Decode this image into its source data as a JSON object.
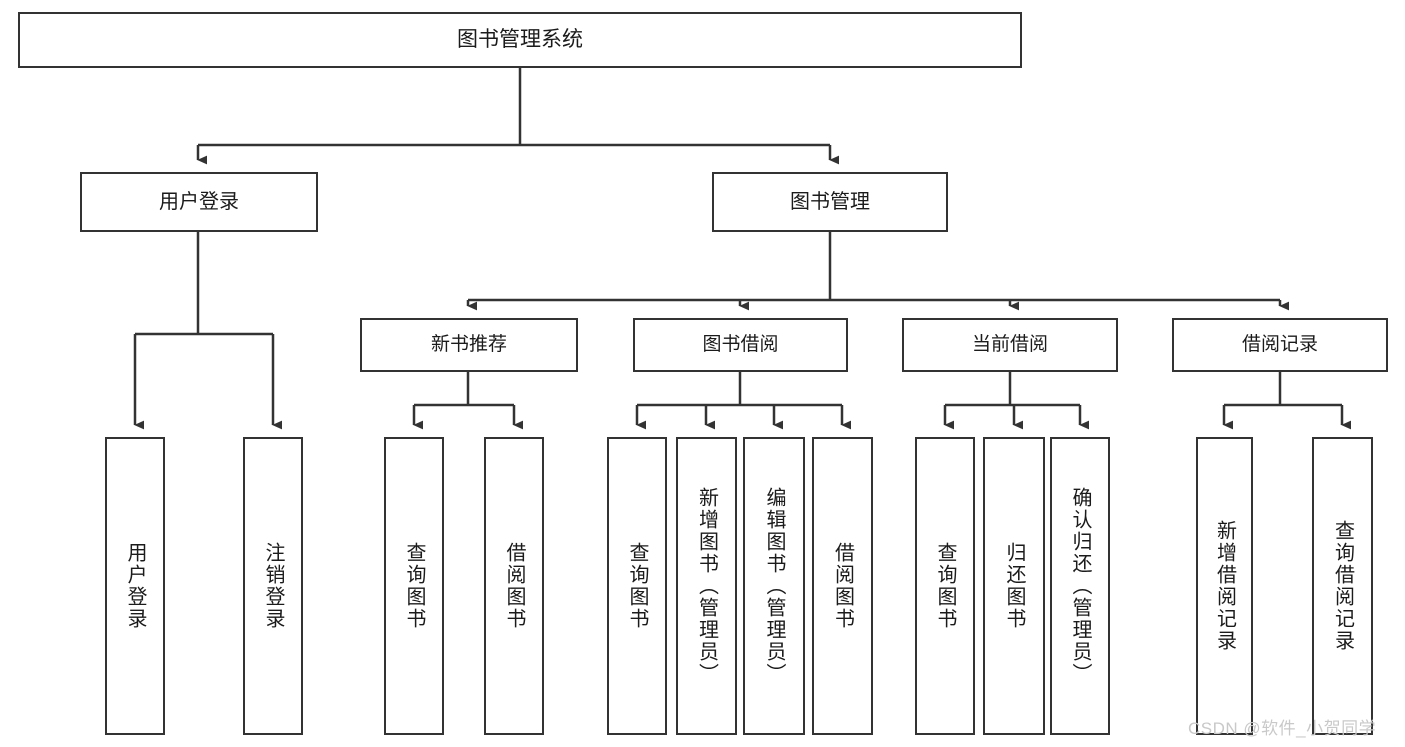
{
  "diagram": {
    "title": "图书管理系统",
    "watermark": "CSDN @软件_小贺同学",
    "root": {
      "label": "图书管理系统"
    },
    "tier2": [
      {
        "label": "用户登录"
      },
      {
        "label": "图书管理"
      }
    ],
    "tier3": [
      {
        "label": "新书推荐"
      },
      {
        "label": "图书借阅"
      },
      {
        "label": "当前借阅"
      },
      {
        "label": "借阅记录"
      }
    ],
    "leaves": {
      "user_login": [
        {
          "label": "用户登录"
        },
        {
          "label": "注销登录"
        }
      ],
      "new_book_recommend": [
        {
          "label": "查询图书"
        },
        {
          "label": "借阅图书"
        }
      ],
      "book_borrow": [
        {
          "label": "查询图书"
        },
        {
          "label": "新增图书（管理员）"
        },
        {
          "label": "编辑图书（管理员）"
        },
        {
          "label": "借阅图书"
        }
      ],
      "current_borrow": [
        {
          "label": "查询图书"
        },
        {
          "label": "归还图书"
        },
        {
          "label": "确认归还（管理员）"
        }
      ],
      "borrow_record": [
        {
          "label": "新增借阅记录"
        },
        {
          "label": "查询借阅记录"
        }
      ]
    },
    "colors": {
      "stroke": "#333333",
      "background": "#ffffff",
      "text": "#1b1b1b",
      "watermark": "#c9c9c9"
    }
  }
}
